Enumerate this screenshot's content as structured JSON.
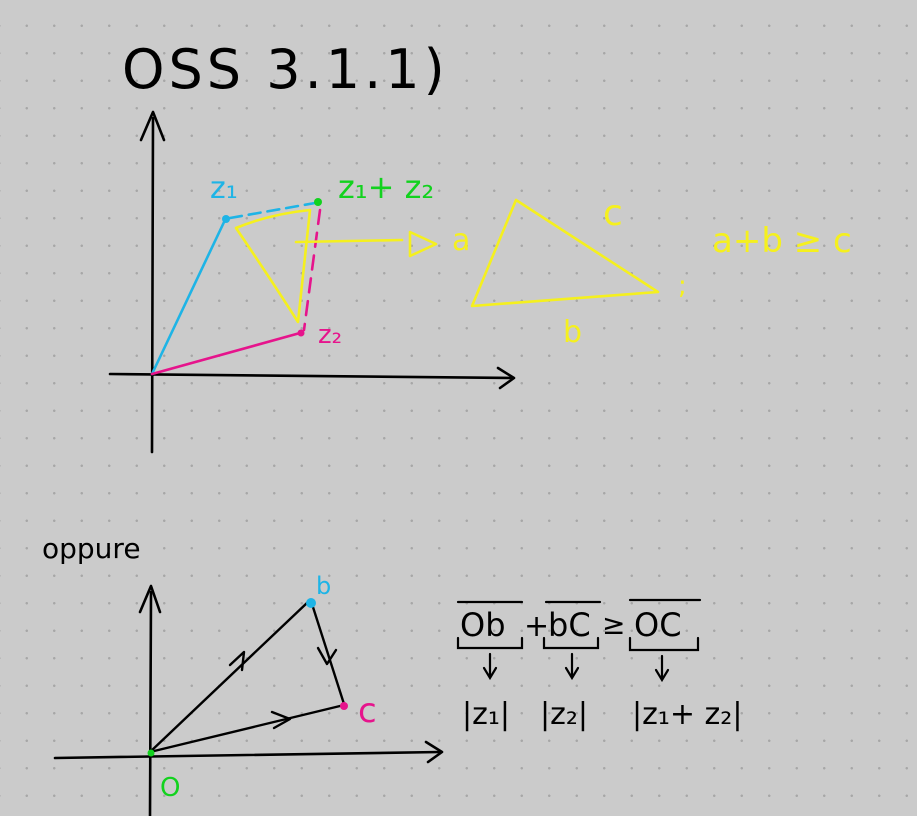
{
  "title": "OSS 3.1.1)",
  "colors": {
    "ink": "#000000",
    "z1": "#1eb4e6",
    "z2": "#e6148c",
    "sum": "#12d21e",
    "triangle": "#f5f01e",
    "background": "#cbcbcb"
  },
  "top_diagram": {
    "z1_label": "z₁",
    "sum_label": "z₁+ z₂",
    "z2_label": "z₂",
    "triangle": {
      "side_a": "a",
      "side_b": "b",
      "side_c": "c",
      "inequality": "a+b ≥ c"
    }
  },
  "bottom_diagram": {
    "intro": "oppure",
    "origin_label": "O",
    "point_b": "b",
    "point_c": "c",
    "inequality_terms": [
      "Ob",
      "+",
      "bC",
      "≥",
      "OC"
    ],
    "mapped_terms": [
      "|z₁|",
      "|z₂|",
      "|z₁+ z₂|"
    ]
  }
}
